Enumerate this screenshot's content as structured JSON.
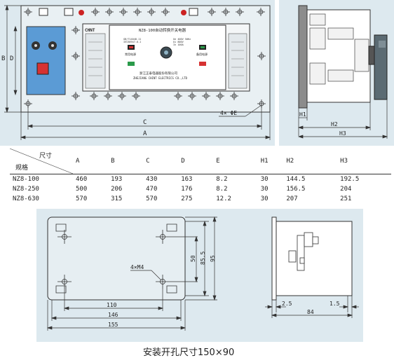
{
  "top_drawing": {
    "dimension_labels": {
      "A": "A",
      "B": "B",
      "C": "C",
      "D": "D",
      "holes": "4× ΦE",
      "H1": "H1",
      "H2": "H2",
      "H3": "H3"
    },
    "device_text": {
      "brand": "CHNT",
      "model_line": "NZ8-100自动转换开关电器",
      "normal_source": "常用电源",
      "backup_source": "备用电源",
      "maker_cn": "浙江正泰电器股份有限公司",
      "maker_en": "ZHEJIANG CHINT ELECTRICS CO.,LTD",
      "spec_line1": "Ue 400V 50Hz",
      "spec_line2": "Ui 800V",
      "spec_line3": "In 100A",
      "cert_line1": "GB/T14048.11",
      "cert_line2": "IEC60947-6-1"
    }
  },
  "spec_table": {
    "corner_top": "尺寸",
    "corner_bottom": "规格",
    "columns": [
      "A",
      "B",
      "C",
      "D",
      "E",
      "H1",
      "H2",
      "H3"
    ],
    "rows": [
      {
        "model": "NZ8-100",
        "values": [
          "460",
          "193",
          "430",
          "163",
          "8.2",
          "30",
          "144.5",
          "192.5"
        ]
      },
      {
        "model": "NZ8-250",
        "values": [
          "500",
          "206",
          "470",
          "176",
          "8.2",
          "30",
          "156.5",
          "204"
        ]
      },
      {
        "model": "NZ8-630",
        "values": [
          "570",
          "315",
          "570",
          "275",
          "12.2",
          "30",
          "207",
          "251"
        ]
      }
    ]
  },
  "bottom_drawing": {
    "dims": {
      "d110": "110",
      "d146": "146",
      "d155": "155",
      "d50": "50",
      "d85": "85.5",
      "d95": "95",
      "holes": "4×M4",
      "d2_5": "2.5",
      "d1_5": "1.5",
      "d84": "84"
    },
    "caption": "安装开孔尺寸150×90"
  }
}
